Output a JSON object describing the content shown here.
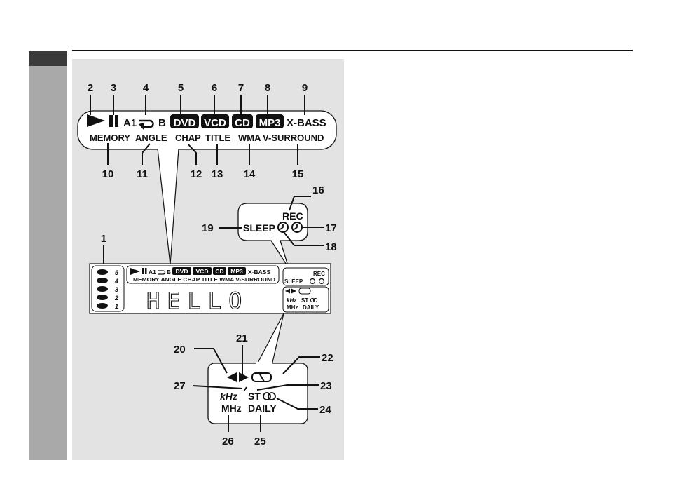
{
  "callouts": {
    "n1": "1",
    "n2": "2",
    "n3": "3",
    "n4": "4",
    "n5": "5",
    "n6": "6",
    "n7": "7",
    "n8": "8",
    "n9": "9",
    "n10": "10",
    "n11": "11",
    "n12": "12",
    "n13": "13",
    "n14": "14",
    "n15": "15",
    "n16": "16",
    "n17": "17",
    "n18": "18",
    "n19": "19",
    "n20": "20",
    "n21": "21",
    "n22": "22",
    "n23": "23",
    "n24": "24",
    "n25": "25",
    "n26": "26",
    "n27": "27"
  },
  "indicators": {
    "a1": "A1",
    "b": "B",
    "dvd": "DVD",
    "vcd": "VCD",
    "cd": "CD",
    "mp3": "MP3",
    "xbass": "X-BASS",
    "memory": "MEMORY",
    "angle": "ANGLE",
    "chap": "CHAP",
    "title": "TITLE",
    "wma": "WMA",
    "vsurround": "V-SURROUND",
    "rec": "REC",
    "sleep": "SLEEP",
    "khz": "kHz",
    "mhz": "MHz",
    "st": "ST",
    "daily": "DAILY"
  },
  "small_display": {
    "line1": "A1",
    "b": "B",
    "dvd": "DVD",
    "vcd": "VCD",
    "cd": "CD",
    "mp3": "MP3",
    "xbass": "X-BASS",
    "line2": "MEMORY ANGLE CHAP TITLE WMA V-SURROUND",
    "text": "HELLO",
    "rec": "REC",
    "sleep": "SLEEP",
    "st": "ST",
    "khz": "kHz",
    "mhz": "MHz",
    "daily": "DAILY",
    "discs": [
      "5",
      "4",
      "3",
      "2",
      "1"
    ]
  },
  "colors": {
    "panel": "#e3e3e3",
    "sidebar": "#a9a9a9",
    "sidebar_tab": "#3a3a3a",
    "ink": "#111111",
    "bubble": "#ffffff"
  }
}
